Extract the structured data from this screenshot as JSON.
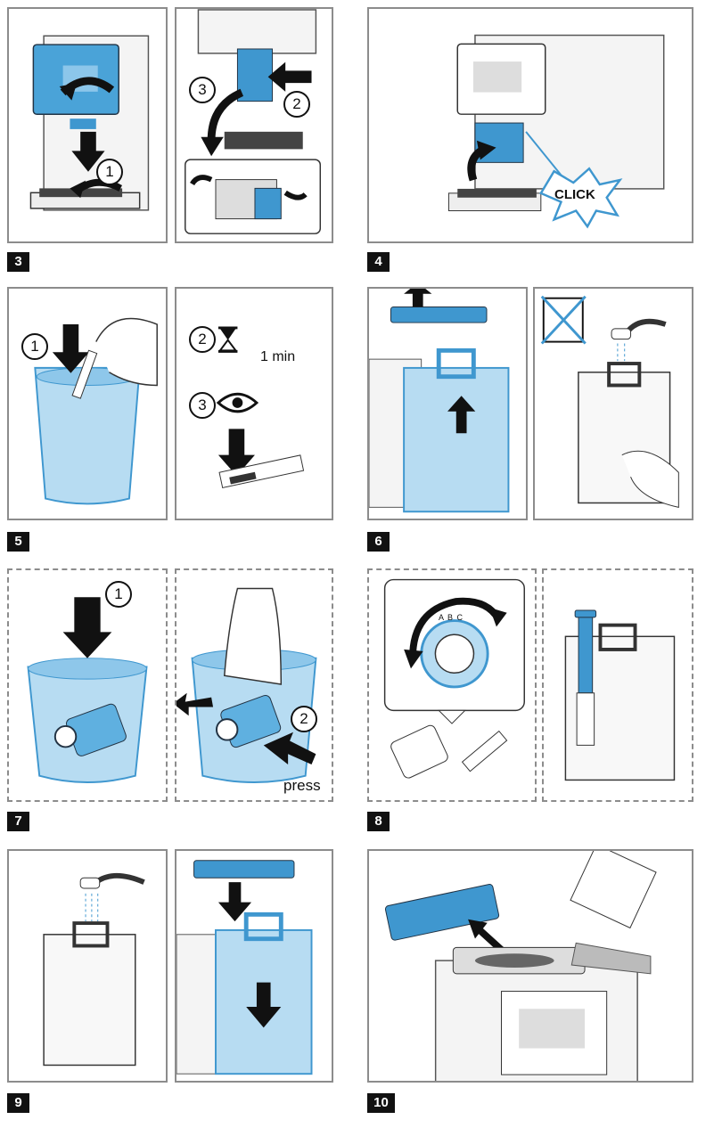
{
  "steps": {
    "s3": "3",
    "s4": "4",
    "s5": "5",
    "s6": "6",
    "s7": "7",
    "s8": "8",
    "s9": "9",
    "s10": "10"
  },
  "callouts": {
    "p3a_1": "1",
    "p3b_3": "3",
    "p3b_2": "2",
    "p5a_1": "1",
    "p5b_2": "2",
    "p5b_3": "3",
    "p7a_1": "1",
    "p7b_2": "2"
  },
  "labels": {
    "click": "CLICK",
    "one_min": "1 min",
    "press": "press",
    "dial_letters": "A B C"
  },
  "colors": {
    "accent_blue": "#3f97cf",
    "water_blue": "#9fd0ee",
    "line_gray": "#8c8c8c",
    "step_black": "#111111"
  }
}
